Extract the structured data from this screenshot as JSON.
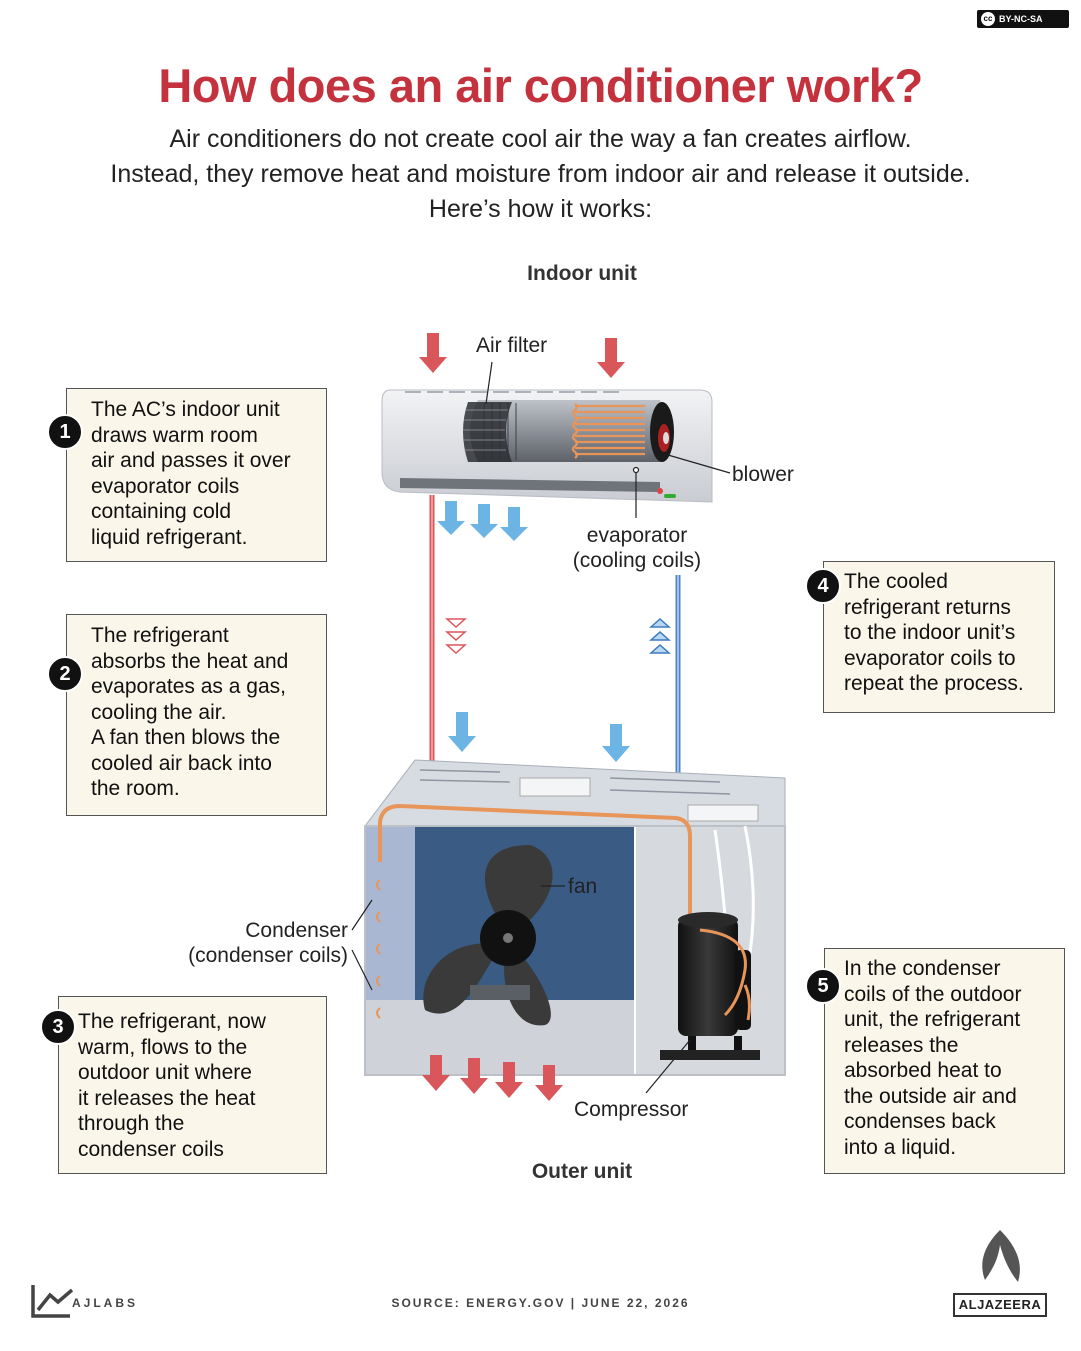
{
  "license": "BY-NC-SA",
  "title": "How does an air conditioner work?",
  "intro": [
    "Air conditioners do not create cool air the way a fan creates airflow.",
    "Instead, they remove heat and moisture from indoor air and release it outside.",
    "Here’s how it works:"
  ],
  "indoor_unit_label": "Indoor unit",
  "outer_unit_label": "Outer unit",
  "labels": {
    "air_filter": "Air filter",
    "blower": "blower",
    "evaporator_line1": "evaporator",
    "evaporator_line2": "(cooling coils)",
    "fan": "fan",
    "condenser_line1": "Condenser",
    "condenser_line2": "(condenser coils)",
    "compressor": "Compressor"
  },
  "steps": [
    {
      "number": "1",
      "text": "The AC’s indoor unit\ndraws warm room\nair and passes it over\nevaporator coils\ncontaining cold\nliquid refrigerant."
    },
    {
      "number": "2",
      "text": "The refrigerant\nabsorbs the heat and\nevaporates as a gas,\ncooling the air.\nA fan then blows the\ncooled air back into\nthe room."
    },
    {
      "number": "3",
      "text": "The refrigerant, now\nwarm, flows to the\noutdoor unit where\nit releases the heat\nthrough the\ncondenser coils"
    },
    {
      "number": "4",
      "text": "The cooled\nrefrigerant returns\nto the indoor unit’s\nevaporator coils to\nrepeat the process."
    },
    {
      "number": "5",
      "text": "In the condenser\ncoils of the outdoor\nunit, the refrigerant\nreleases the\nabsorbed heat to\nthe outside air and\ncondenses back\ninto a liquid."
    }
  ],
  "footer": {
    "brand": "AJLABS",
    "source": "SOURCE:  ENERGY.GOV  |  JUNE 22, 2026",
    "logo": "ALJAZEERA"
  },
  "colors": {
    "title": "#c4323d",
    "warm_arrow": "#d9575a",
    "cool_arrow": "#6cb4e4",
    "box_bg": "#fbf6ea",
    "coil": "#e8955a"
  }
}
